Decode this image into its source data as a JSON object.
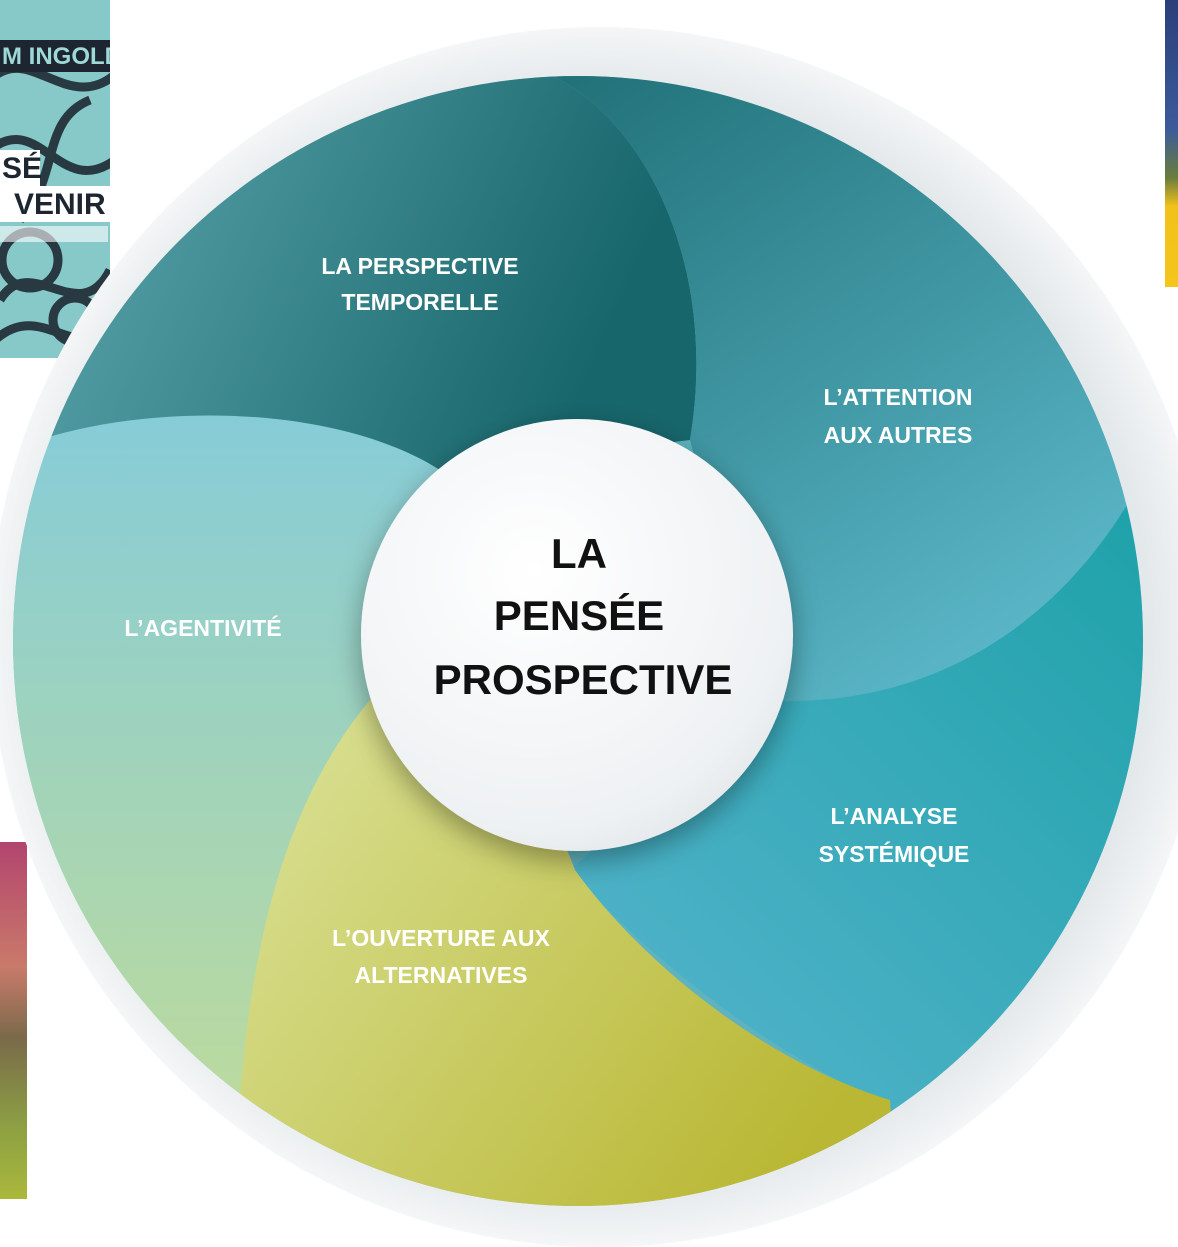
{
  "center": {
    "line1": "LA",
    "line2": "PENSÉE",
    "line3": "PROSPECTIVE"
  },
  "segments": [
    {
      "id": "temporal",
      "line1": "LA PERSPECTIVE",
      "line2": "TEMPORELLE",
      "color_start": "#5aa6ad",
      "color_end": "#17676c"
    },
    {
      "id": "attention",
      "line1": "L’ATTENTION",
      "line2": "AUX AUTRES",
      "color_start": "#1e7076",
      "color_end": "#54b0c1"
    },
    {
      "id": "systemic",
      "line1": "L’ANALYSE",
      "line2": "SYSTÉMIQUE",
      "color_start": "#1ea1a9",
      "color_end": "#4db1c7"
    },
    {
      "id": "alternatives",
      "line1": "L’OUVERTURE AUX",
      "line2": "ALTERNATIVES",
      "color_start": "#d6e08e",
      "color_end": "#bfbd3c"
    },
    {
      "id": "agentivity",
      "line1": "L’AGENTIVITÉ",
      "line2": "",
      "color_start": "#8acdd6",
      "color_end": "#c2dc97"
    }
  ],
  "thumbnails": {
    "book": {
      "line1": "M INGOLD",
      "line2": "SÉ",
      "line3": "VENIR"
    }
  },
  "colors": {
    "ring": "#e8ecee",
    "center_disc": "#f4f6f7",
    "label": "#ffffff",
    "center_text": "#111111"
  }
}
